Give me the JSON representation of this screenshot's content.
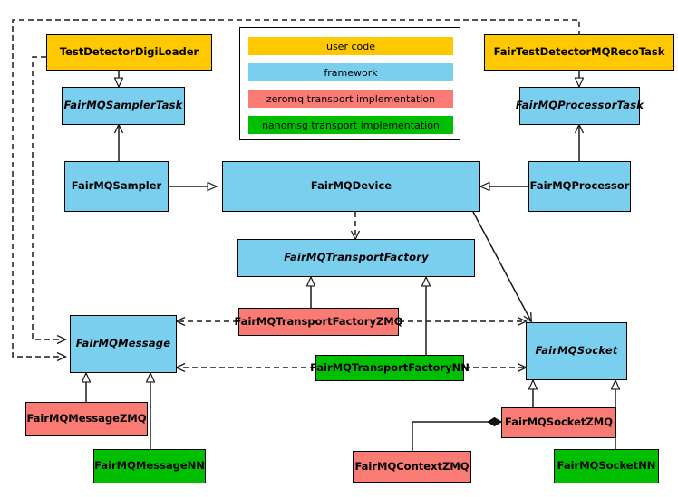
{
  "diagram": {
    "title": "FairMQ class diagram",
    "type": "uml-class-diagram",
    "colors": {
      "user_code": "#FFC800",
      "framework": "#7ACFEF",
      "zeromq": "#FA7B74",
      "nanomsg": "#00BF00",
      "line": "#1a1a1a",
      "background": "#FFFFFF"
    }
  },
  "legend": {
    "items": [
      {
        "label": "user code",
        "color": "#FFC800",
        "key": "user"
      },
      {
        "label": "framework",
        "color": "#7ACFEF",
        "key": "framework"
      },
      {
        "label": "zeromq transport implementation",
        "color": "#FA7B74",
        "key": "zmq"
      },
      {
        "label": "nanomsg transport implementation",
        "color": "#00BF00",
        "key": "nn"
      }
    ]
  },
  "nodes": {
    "test_detector_digi_loader": {
      "label": "TestDetectorDigiLoader",
      "category": "user code",
      "abstract": false
    },
    "fairmq_sampler_task": {
      "label": "FairMQSamplerTask",
      "category": "framework",
      "abstract": true
    },
    "fairmq_sampler": {
      "label": "FairMQSampler",
      "category": "framework",
      "abstract": false
    },
    "fairmq_device": {
      "label": "FairMQDevice",
      "category": "framework",
      "abstract": false
    },
    "fairmq_processor": {
      "label": "FairMQProcessor",
      "category": "framework",
      "abstract": false
    },
    "fairmq_processor_task": {
      "label": "FairMQProcessorTask",
      "category": "framework",
      "abstract": true
    },
    "fair_test_detector_mq_reco_task": {
      "label": "FairTestDetectorMQRecoTask",
      "category": "user code",
      "abstract": false
    },
    "fairmq_transport_factory": {
      "label": "FairMQTransportFactory",
      "category": "framework",
      "abstract": true
    },
    "fairmq_transport_factory_zmq": {
      "label": "FairMQTransportFactoryZMQ",
      "category": "zeromq",
      "abstract": false
    },
    "fairmq_transport_factory_nn": {
      "label": "FairMQTransportFactoryNN",
      "category": "nanomsg",
      "abstract": false
    },
    "fairmq_message": {
      "label": "FairMQMessage",
      "category": "framework",
      "abstract": true
    },
    "fairmq_message_zmq": {
      "label": "FairMQMessageZMQ",
      "category": "zeromq",
      "abstract": false
    },
    "fairmq_message_nn": {
      "label": "FairMQMessageNN",
      "category": "nanomsg",
      "abstract": false
    },
    "fairmq_socket": {
      "label": "FairMQSocket",
      "category": "framework",
      "abstract": true
    },
    "fairmq_socket_zmq": {
      "label": "FairMQSocketZMQ",
      "category": "zeromq",
      "abstract": false
    },
    "fairmq_socket_nn": {
      "label": "FairMQSocketNN",
      "category": "nanomsg",
      "abstract": false
    },
    "fairmq_context_zmq": {
      "label": "FairMQContextZMQ",
      "category": "zeromq",
      "abstract": false
    }
  },
  "relations": [
    {
      "from": "test_detector_digi_loader",
      "to": "fairmq_sampler_task",
      "type": "generalization"
    },
    {
      "from": "fair_test_detector_mq_reco_task",
      "to": "fairmq_processor_task",
      "type": "generalization"
    },
    {
      "from": "fairmq_sampler",
      "to": "fairmq_sampler_task",
      "type": "association"
    },
    {
      "from": "fairmq_processor",
      "to": "fairmq_processor_task",
      "type": "association"
    },
    {
      "from": "fairmq_sampler",
      "to": "fairmq_device",
      "type": "generalization"
    },
    {
      "from": "fairmq_processor",
      "to": "fairmq_device",
      "type": "generalization"
    },
    {
      "from": "fairmq_device",
      "to": "fairmq_transport_factory",
      "type": "dependency"
    },
    {
      "from": "fairmq_device",
      "to": "fairmq_socket",
      "type": "association"
    },
    {
      "from": "fairmq_transport_factory_zmq",
      "to": "fairmq_transport_factory",
      "type": "generalization"
    },
    {
      "from": "fairmq_transport_factory_nn",
      "to": "fairmq_transport_factory",
      "type": "generalization"
    },
    {
      "from": "fairmq_transport_factory_zmq",
      "to": "fairmq_message",
      "type": "dependency"
    },
    {
      "from": "fairmq_transport_factory_nn",
      "to": "fairmq_message",
      "type": "dependency"
    },
    {
      "from": "fairmq_transport_factory_zmq",
      "to": "fairmq_socket",
      "type": "dependency"
    },
    {
      "from": "fairmq_transport_factory_nn",
      "to": "fairmq_socket",
      "type": "dependency"
    },
    {
      "from": "test_detector_digi_loader",
      "to": "fairmq_message",
      "type": "dependency"
    },
    {
      "from": "fair_test_detector_mq_reco_task",
      "to": "fairmq_message",
      "type": "dependency"
    },
    {
      "from": "fairmq_message_zmq",
      "to": "fairmq_message",
      "type": "generalization"
    },
    {
      "from": "fairmq_message_nn",
      "to": "fairmq_message",
      "type": "generalization"
    },
    {
      "from": "fairmq_socket_zmq",
      "to": "fairmq_socket",
      "type": "generalization"
    },
    {
      "from": "fairmq_socket_nn",
      "to": "fairmq_socket",
      "type": "generalization"
    },
    {
      "from": "fairmq_context_zmq",
      "to": "fairmq_socket_zmq",
      "type": "composition"
    }
  ]
}
